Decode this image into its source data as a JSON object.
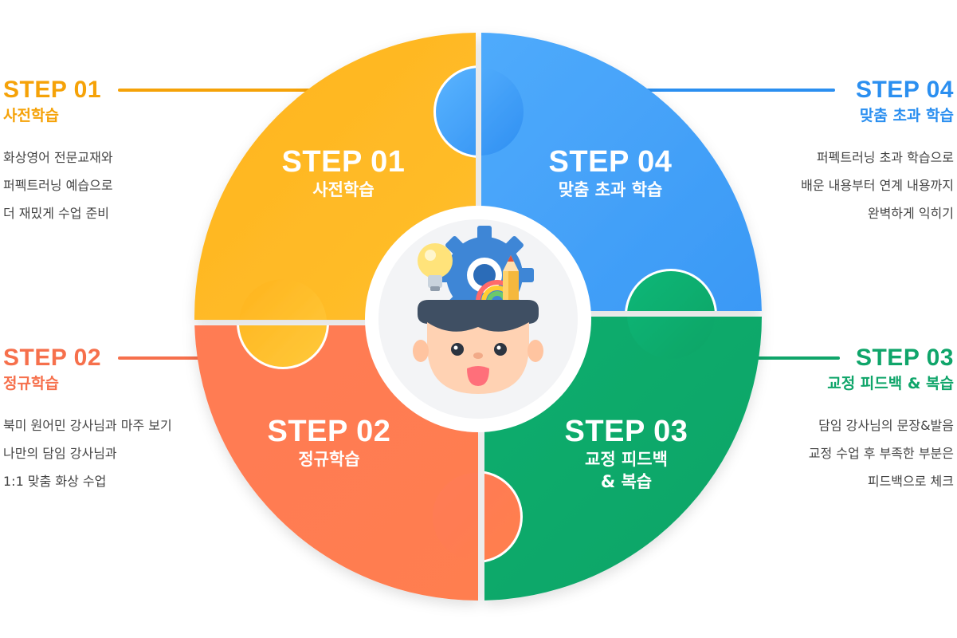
{
  "steps": [
    {
      "step": "STEP 01",
      "title": "사전학습",
      "desc": [
        "화상영어 전문교재와",
        "퍼펙트러닝 예습으로",
        "더 재밌게 수업 준비"
      ],
      "color": "#f5a208"
    },
    {
      "step": "STEP 02",
      "title": "정규학습",
      "desc": [
        "북미 원어민 강사님과 마주 보기",
        "나만의 담임 강사님과",
        "1:1 맞춤 화상 수업"
      ],
      "color": "#f6704c"
    },
    {
      "step": "STEP 03",
      "title": "교정 피드백 & 복습",
      "title_lines": [
        "교정 피드백",
        "& 복습"
      ],
      "desc": [
        "담임 강사님의 문장&발음",
        "교정 수업 후 부족한 부분은",
        "피드백으로 체크"
      ],
      "color": "#0fa56a"
    },
    {
      "step": "STEP 04",
      "title": "맞춤 초과 학습",
      "desc": [
        "퍼펙트러닝 초과 학습으로",
        "배운 내용부터 연계 내용까지",
        "완벽하게 익히기"
      ],
      "color": "#2b8ff0"
    }
  ],
  "center_icon": "student-brain-gear-icon"
}
